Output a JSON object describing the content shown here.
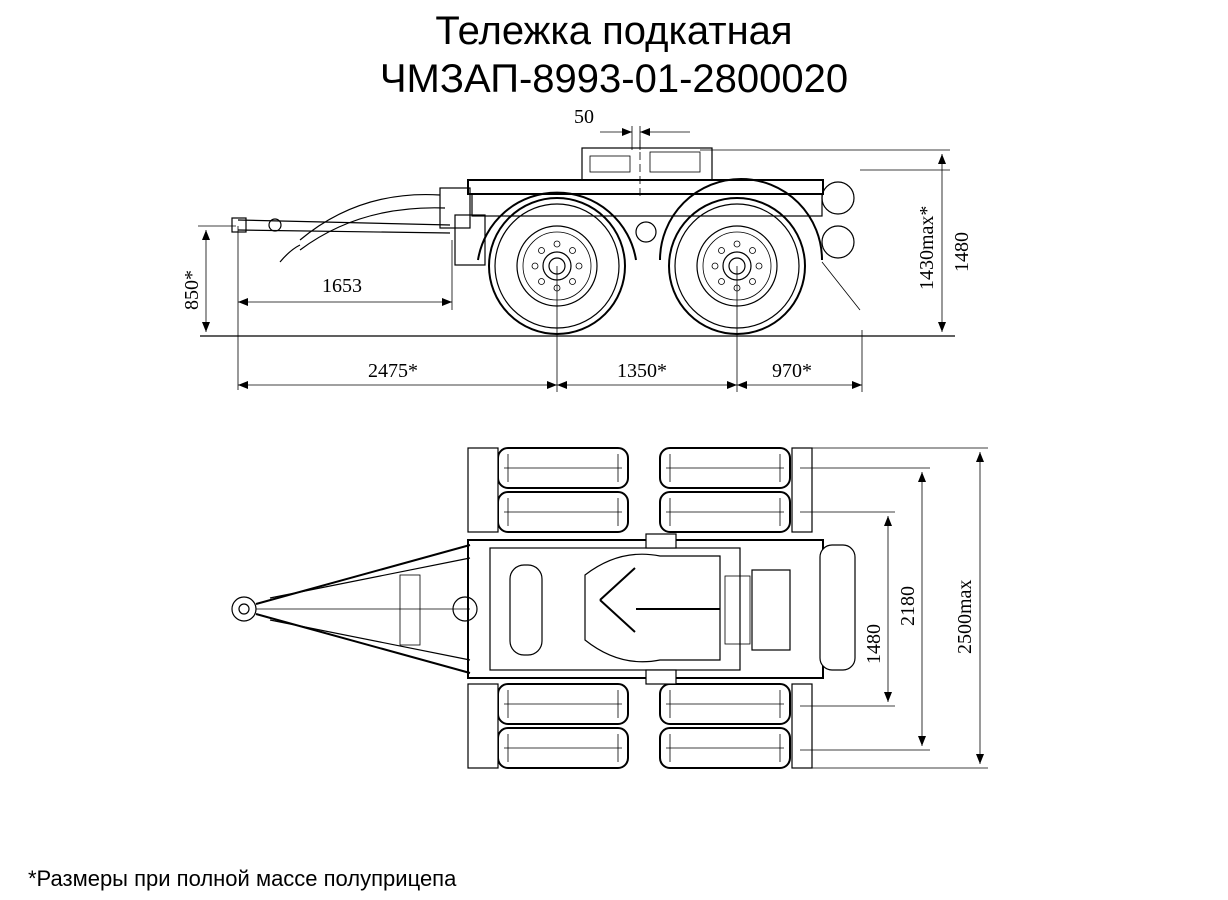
{
  "header": {
    "title_line1": "Тележка подкатная",
    "title_line2": "ЧМЗАП-8993-01-2800020"
  },
  "side_view": {
    "dims": {
      "offset": "50",
      "height_850": "850*",
      "drawbar": "1653",
      "front_overhang": "2475*",
      "wheelbase": "1350*",
      "rear_overhang": "970*",
      "height_max": "1430max*",
      "height_1480": "1480"
    }
  },
  "top_view": {
    "dims": {
      "track_1480": "1480",
      "width_2180": "2180",
      "width_max": "2500max"
    }
  },
  "footer": {
    "note": "*Размеры при полной массе полуприцепа"
  }
}
